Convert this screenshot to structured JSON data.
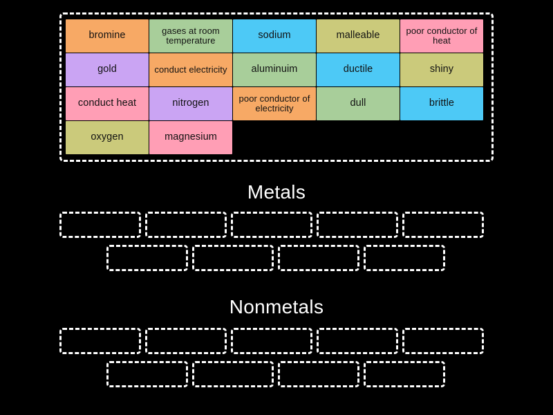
{
  "activity": {
    "type": "group-sort",
    "background_color": "#000000"
  },
  "palette": {
    "orange": "#F7A965",
    "green": "#A8CE9A",
    "blue": "#4DC9F6",
    "khaki": "#CBCA7B",
    "pink": "#FF9EB5",
    "purple": "#CAA4F3",
    "outline": "#FFFFFF",
    "text": "#111111",
    "heading_text": "#FFFFFF"
  },
  "word_bank": {
    "rows": [
      [
        {
          "label": "bromine",
          "color": "#F7A965",
          "small": false
        },
        {
          "label": "gases at room temperature",
          "color": "#A8CE9A",
          "small": true
        },
        {
          "label": "sodium",
          "color": "#4DC9F6",
          "small": false
        },
        {
          "label": "malleable",
          "color": "#CBCA7B",
          "small": false
        },
        {
          "label": "poor conductor of heat",
          "color": "#FF9EB5",
          "small": true
        }
      ],
      [
        {
          "label": "gold",
          "color": "#CAA4F3",
          "small": false
        },
        {
          "label": "conduct electricity",
          "color": "#F7A965",
          "small": true
        },
        {
          "label": "aluminuim",
          "color": "#A8CE9A",
          "small": false
        },
        {
          "label": "ductile",
          "color": "#4DC9F6",
          "small": false
        },
        {
          "label": "shiny",
          "color": "#CBCA7B",
          "small": false
        }
      ],
      [
        {
          "label": "conduct heat",
          "color": "#FF9EB5",
          "small": false
        },
        {
          "label": "nitrogen",
          "color": "#CAA4F3",
          "small": false
        },
        {
          "label": "poor conductor of electricity",
          "color": "#F7A965",
          "small": true
        },
        {
          "label": "dull",
          "color": "#A8CE9A",
          "small": false
        },
        {
          "label": "brittle",
          "color": "#4DC9F6",
          "small": false
        }
      ],
      [
        {
          "label": "oxygen",
          "color": "#CBCA7B",
          "small": false
        },
        {
          "label": "magnesium",
          "color": "#FF9EB5",
          "small": false
        }
      ]
    ]
  },
  "groups": [
    {
      "title": "Metals",
      "slot_rows": [
        {
          "indented": false,
          "count": 5
        },
        {
          "indented": true,
          "count": 4
        }
      ]
    },
    {
      "title": "Nonmetals",
      "slot_rows": [
        {
          "indented": false,
          "count": 5
        },
        {
          "indented": true,
          "count": 4
        }
      ]
    }
  ]
}
